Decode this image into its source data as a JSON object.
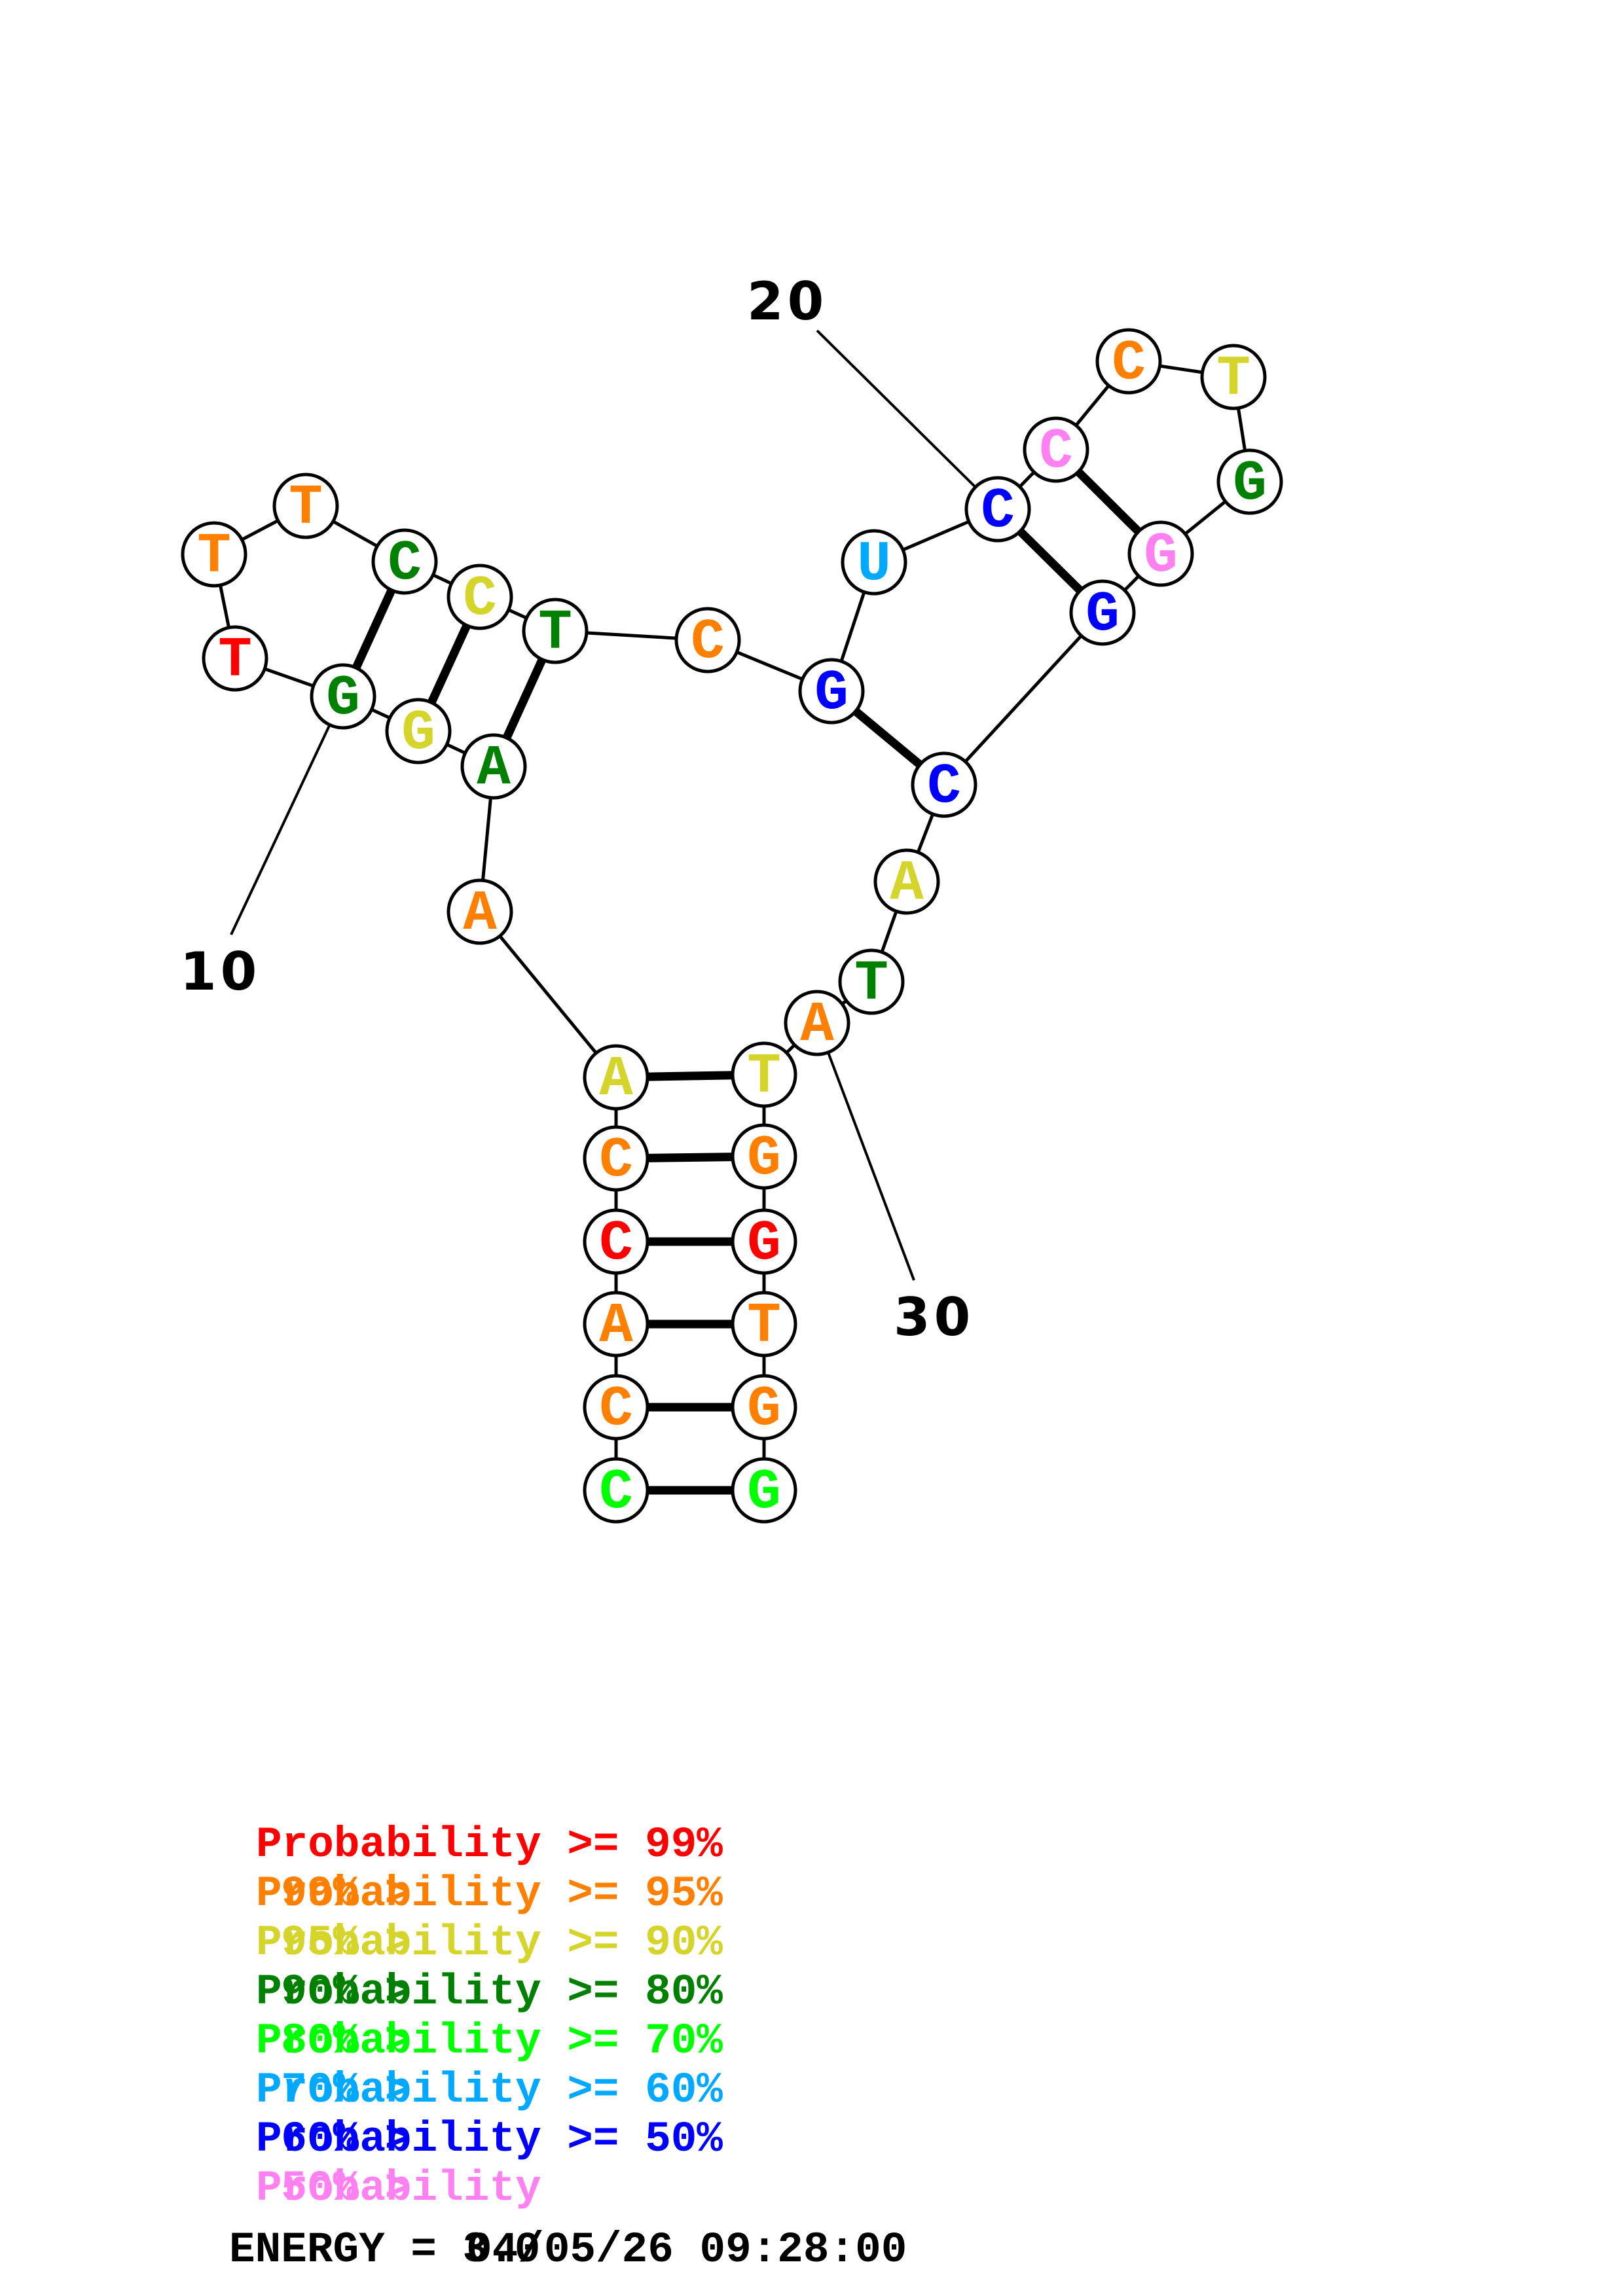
{
  "colors": {
    "p99": "#ff0000",
    "p95": "#ff8000",
    "p90": "#d4d42a",
    "p80": "#008000",
    "p70": "#00ff00",
    "p60": "#00a8ff",
    "p50": "#0000ff",
    "plow": "#ff80f0"
  },
  "structure": {
    "nucleotides": [
      {
        "index": 1,
        "base": "C",
        "prob": "p70"
      },
      {
        "index": 2,
        "base": "C",
        "prob": "p95"
      },
      {
        "index": 3,
        "base": "A",
        "prob": "p95"
      },
      {
        "index": 4,
        "base": "C",
        "prob": "p99"
      },
      {
        "index": 5,
        "base": "C",
        "prob": "p95"
      },
      {
        "index": 6,
        "base": "A",
        "prob": "p90"
      },
      {
        "index": 7,
        "base": "A",
        "prob": "p95"
      },
      {
        "index": 8,
        "base": "A",
        "prob": "p80"
      },
      {
        "index": 9,
        "base": "G",
        "prob": "p90"
      },
      {
        "index": 10,
        "base": "G",
        "prob": "p80"
      },
      {
        "index": 11,
        "base": "T",
        "prob": "p99"
      },
      {
        "index": 12,
        "base": "T",
        "prob": "p95"
      },
      {
        "index": 13,
        "base": "T",
        "prob": "p95"
      },
      {
        "index": 14,
        "base": "C",
        "prob": "p80"
      },
      {
        "index": 15,
        "base": "C",
        "prob": "p90"
      },
      {
        "index": 16,
        "base": "T",
        "prob": "p80"
      },
      {
        "index": 17,
        "base": "C",
        "prob": "p95"
      },
      {
        "index": 18,
        "base": "G",
        "prob": "p50"
      },
      {
        "index": 19,
        "base": "U",
        "prob": "p60"
      },
      {
        "index": 20,
        "base": "C",
        "prob": "p50"
      },
      {
        "index": 21,
        "base": "C",
        "prob": "plow"
      },
      {
        "index": 22,
        "base": "C",
        "prob": "p95"
      },
      {
        "index": 23,
        "base": "T",
        "prob": "p90"
      },
      {
        "index": 24,
        "base": "G",
        "prob": "p80"
      },
      {
        "index": 25,
        "base": "G",
        "prob": "plow"
      },
      {
        "index": 26,
        "base": "G",
        "prob": "p50"
      },
      {
        "index": 27,
        "base": "C",
        "prob": "p50"
      },
      {
        "index": 28,
        "base": "A",
        "prob": "p90"
      },
      {
        "index": 29,
        "base": "T",
        "prob": "p80"
      },
      {
        "index": 30,
        "base": "A",
        "prob": "p95"
      },
      {
        "index": 31,
        "base": "T",
        "prob": "p90"
      },
      {
        "index": 32,
        "base": "G",
        "prob": "p95"
      },
      {
        "index": 33,
        "base": "G",
        "prob": "p99"
      },
      {
        "index": 34,
        "base": "T",
        "prob": "p95"
      },
      {
        "index": 35,
        "base": "G",
        "prob": "p95"
      },
      {
        "index": 36,
        "base": "G",
        "prob": "p70"
      }
    ],
    "pairs": [
      [
        1,
        36
      ],
      [
        2,
        35
      ],
      [
        3,
        34
      ],
      [
        4,
        33
      ],
      [
        5,
        32
      ],
      [
        6,
        31
      ],
      [
        8,
        16
      ],
      [
        9,
        15
      ],
      [
        10,
        14
      ],
      [
        18,
        27
      ],
      [
        20,
        26
      ],
      [
        21,
        25
      ]
    ],
    "position_labels": [
      {
        "index": 10,
        "text": "10"
      },
      {
        "index": 20,
        "text": "20"
      },
      {
        "index": 30,
        "text": "30"
      }
    ]
  },
  "legend": [
    {
      "prefix": "    ",
      "text": "Probability >= 99%",
      "prob": "p99"
    },
    {
      "prefix": "99% > ",
      "text": "Probability >= 95%",
      "prob": "p95"
    },
    {
      "prefix": "95% > ",
      "text": "Probability >= 90%",
      "prob": "p90"
    },
    {
      "prefix": "90% > ",
      "text": "Probability >= 80%",
      "prob": "p80"
    },
    {
      "prefix": "80% > ",
      "text": "Probability >= 70%",
      "prob": "p70"
    },
    {
      "prefix": "70% > ",
      "text": "Probability >= 60%",
      "prob": "p60"
    },
    {
      "prefix": "60% > ",
      "text": "Probability >= 50%",
      "prob": "p50"
    },
    {
      "prefix": "50% > ",
      "text": "Probability",
      "prob": "plow"
    }
  ],
  "footer": {
    "energy_label": "ENERGY = 3.0",
    "timestamp": "04/05/26 09:28:00"
  }
}
